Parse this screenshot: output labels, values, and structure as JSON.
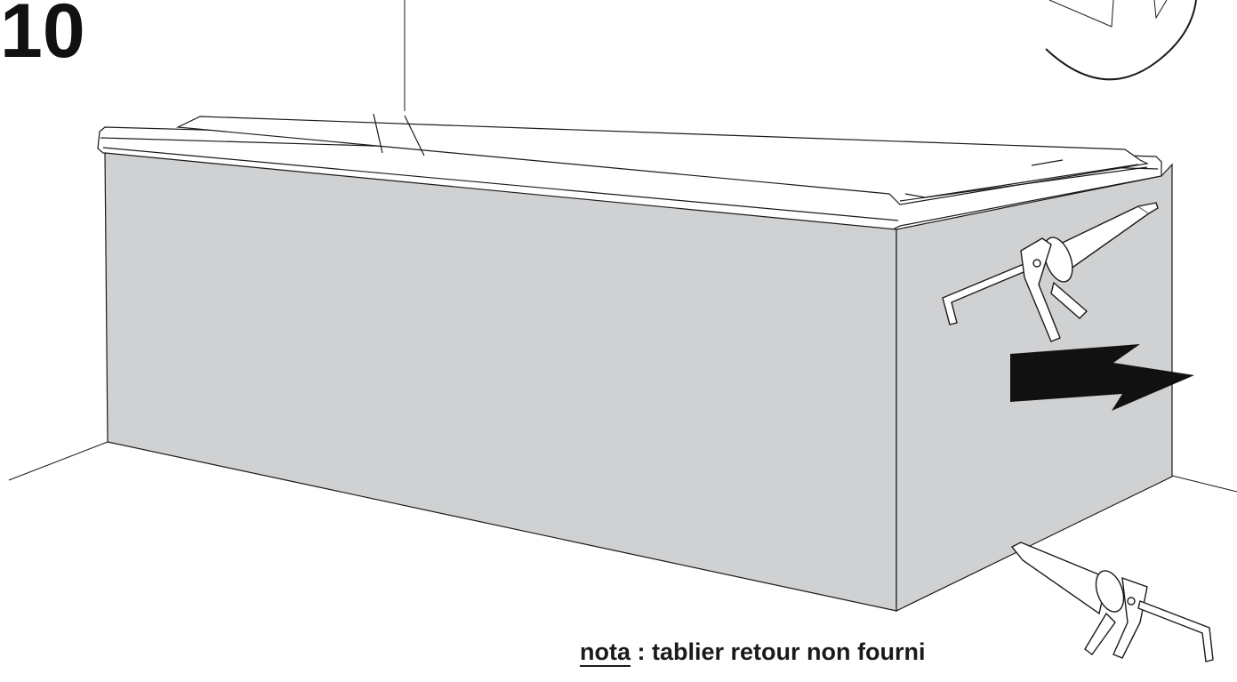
{
  "step": {
    "number": "10"
  },
  "note": {
    "label": "nota",
    "separator": " : ",
    "text": "tablier retour non fourni"
  },
  "colors": {
    "panel": "#d0d1d3",
    "line": "#1a1a1a",
    "arrow": "#111111",
    "background": "#ffffff"
  }
}
